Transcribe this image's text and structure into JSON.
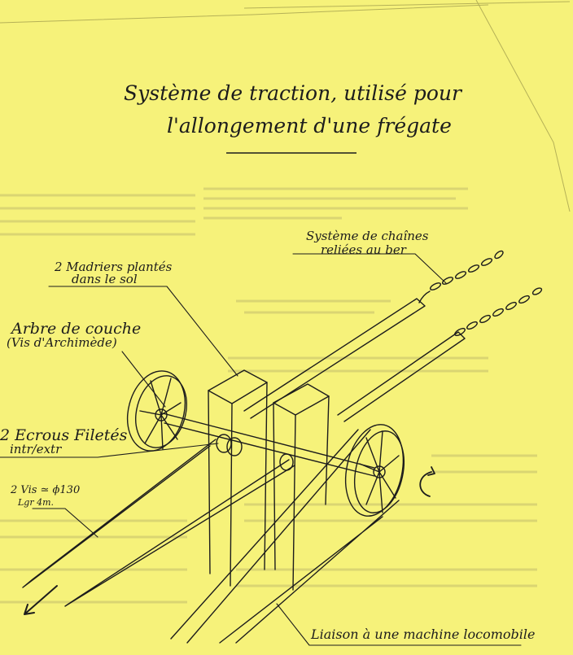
{
  "title": {
    "line1": "Système de traction, utilisé pour",
    "line2": "l'allongement d'une frégate"
  },
  "labels": {
    "chains_line1": "Système de chaînes",
    "chains_line2": "reliées au ber",
    "madriers_line1": "2 Madriers plantés",
    "madriers_line2": "dans le sol",
    "arbre_line1": "Arbre de couche",
    "arbre_line2": "(Vis d'Archimède)",
    "ecrous_line1": "2 Ecrous Filetés",
    "ecrous_line2": "intr/extr",
    "vis_line1": "2 Vis ≃ ϕ130",
    "vis_line2": "Lgr 4m.",
    "liaison": "Liaison à une machine locomobile"
  },
  "colors": {
    "paper": "#f6f27a",
    "ink": "#1c1c1c"
  }
}
